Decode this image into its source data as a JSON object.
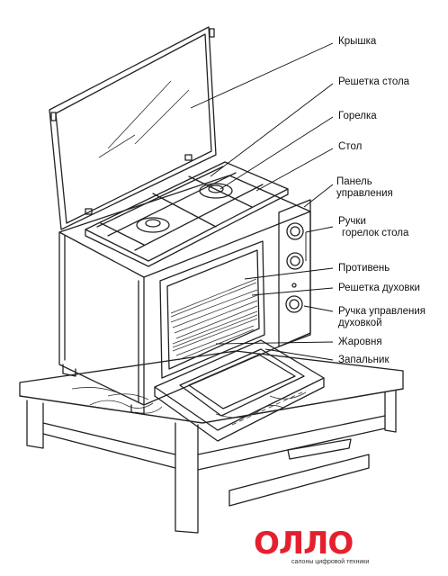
{
  "labels": {
    "lid": "Крышка",
    "table_grate": "Решетка стола",
    "burner": "Горелка",
    "table": "Стол",
    "control_panel_line1": "Панель",
    "control_panel_line2": "управления",
    "burner_knobs_line1": "Ручки",
    "burner_knobs_line2": "горелок стола",
    "tray": "Противень",
    "oven_rack": "Решетка духовки",
    "oven_knob_line1": "Ручка управления",
    "oven_knob_line2": "духовкой",
    "broiler": "Жаровня",
    "igniter": "Запальник"
  },
  "logo": {
    "brand": "ОЛЛО",
    "tagline": "салоны цифровой техники",
    "color": "#e5202e"
  }
}
